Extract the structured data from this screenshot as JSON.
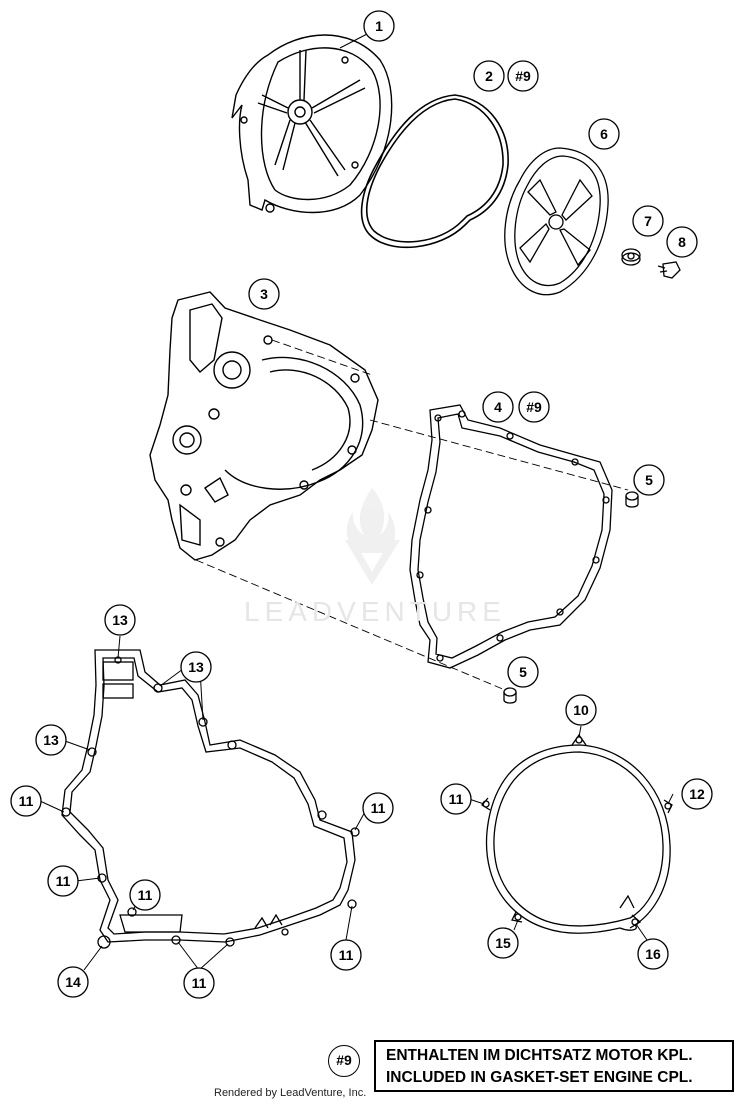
{
  "watermark": {
    "text": "LEADVENTURE"
  },
  "callouts": {
    "c1": "1",
    "c2": "2",
    "c2_ref": "#9",
    "c3": "3",
    "c4": "4",
    "c4_ref": "#9",
    "c5a": "5",
    "c5b": "5",
    "c6": "6",
    "c7": "7",
    "c8": "8",
    "c13a": "13",
    "c13b": "13",
    "c13c": "13",
    "c11a": "11",
    "c11b": "11",
    "c11c": "11",
    "c11d": "11",
    "c11e": "11",
    "c11f": "11",
    "c14": "14",
    "c10": "10",
    "c11g": "11",
    "c12": "12",
    "c15": "15",
    "c16": "16"
  },
  "legend": {
    "ref": "#9",
    "line1": "ENTHALTEN IM DICHTSATZ MOTOR KPL.",
    "line2": "INCLUDED IN GASKET-SET ENGINE CPL."
  },
  "footer": {
    "rendered_by": "Rendered by LeadVenture, Inc."
  }
}
